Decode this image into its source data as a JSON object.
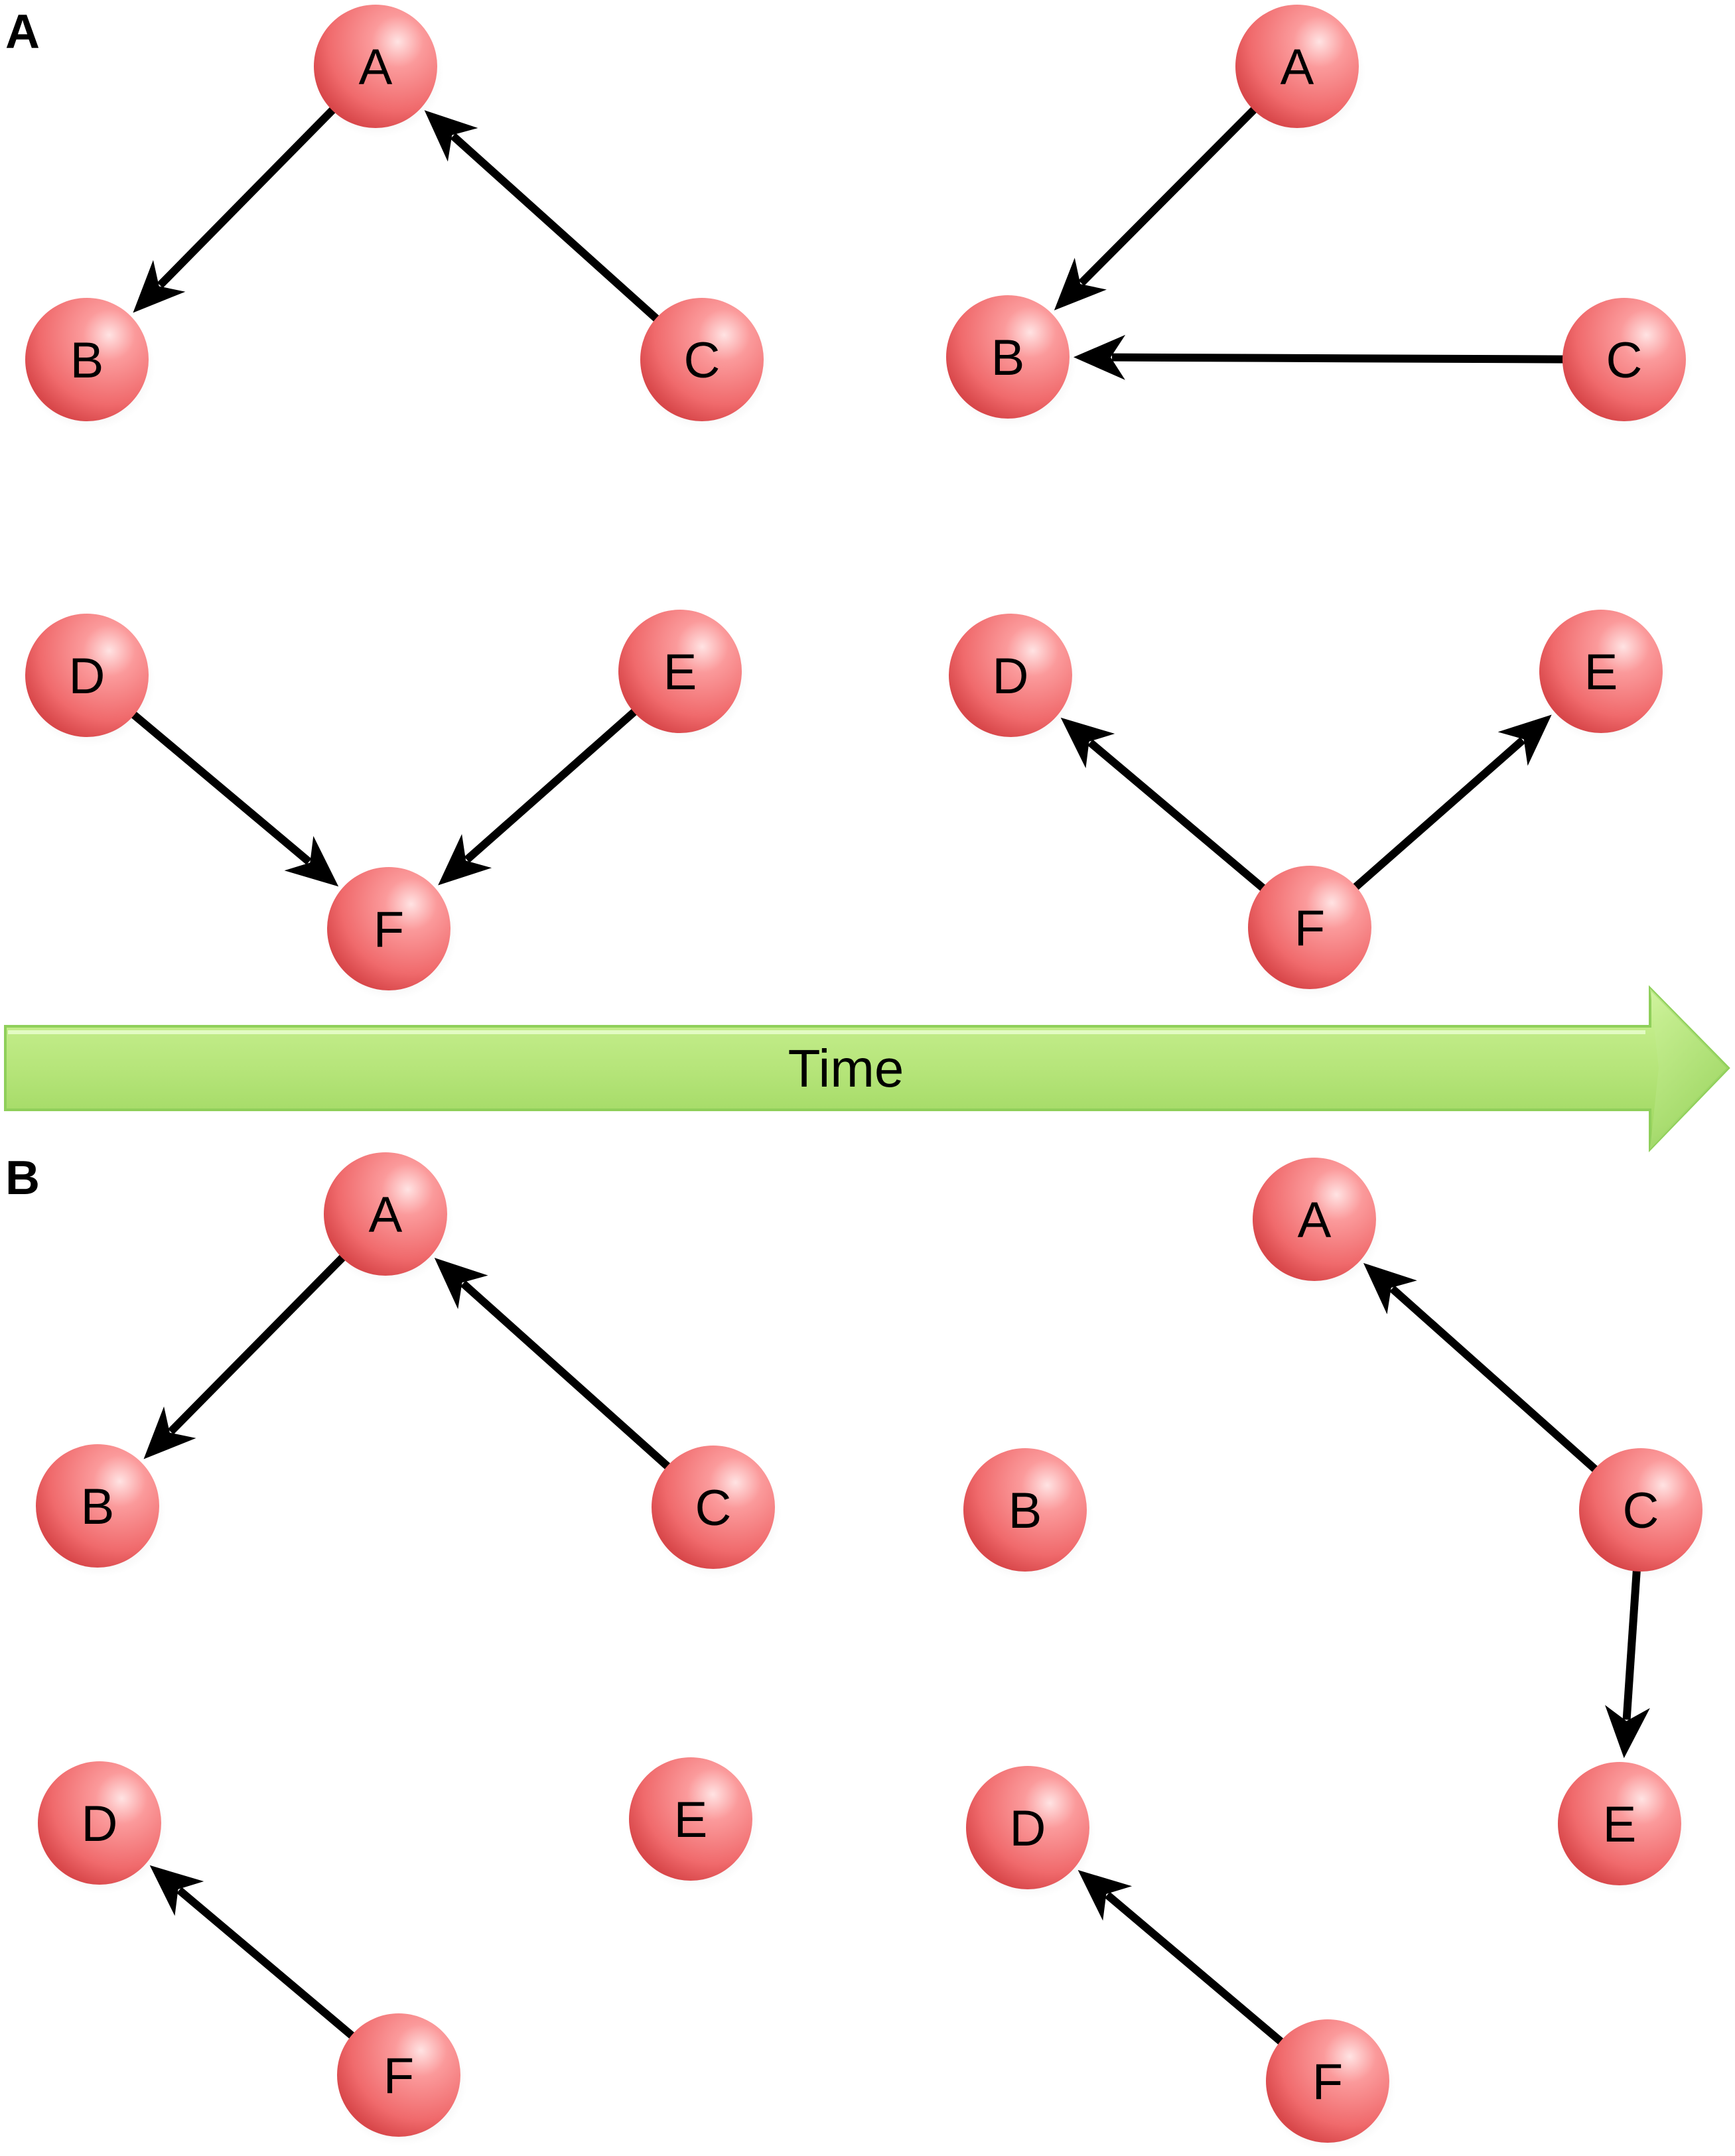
{
  "panels": [
    {
      "label": "A"
    },
    {
      "label": "B"
    }
  ],
  "time_arrow": {
    "label": "Time"
  },
  "colors": {
    "node_fill": "#f57f80",
    "node_highlight": "#ffd6d6",
    "node_shadow": "#d23a3e",
    "arrow_fill": "#a8e06a",
    "arrow_highlight": "#e6ffc2",
    "arrow_edge": "#7fc24a",
    "edge": "#000000"
  },
  "networks": [
    {
      "panel": "A",
      "timestep": 1,
      "nodes": [
        "A",
        "B",
        "C",
        "D",
        "E",
        "F"
      ],
      "edges": [
        {
          "from": "A",
          "to": "B"
        },
        {
          "from": "C",
          "to": "A"
        },
        {
          "from": "D",
          "to": "F"
        },
        {
          "from": "E",
          "to": "F"
        }
      ]
    },
    {
      "panel": "A",
      "timestep": 2,
      "nodes": [
        "A",
        "B",
        "C",
        "D",
        "E",
        "F"
      ],
      "edges": [
        {
          "from": "A",
          "to": "B"
        },
        {
          "from": "C",
          "to": "B"
        },
        {
          "from": "F",
          "to": "D"
        },
        {
          "from": "F",
          "to": "E"
        }
      ]
    },
    {
      "panel": "B",
      "timestep": 1,
      "nodes": [
        "A",
        "B",
        "C",
        "D",
        "E",
        "F"
      ],
      "edges": [
        {
          "from": "A",
          "to": "B"
        },
        {
          "from": "C",
          "to": "A"
        },
        {
          "from": "F",
          "to": "D"
        }
      ]
    },
    {
      "panel": "B",
      "timestep": 2,
      "nodes": [
        "A",
        "B",
        "C",
        "D",
        "E",
        "F"
      ],
      "edges": [
        {
          "from": "C",
          "to": "A"
        },
        {
          "from": "C",
          "to": "E"
        },
        {
          "from": "F",
          "to": "D"
        }
      ]
    }
  ]
}
